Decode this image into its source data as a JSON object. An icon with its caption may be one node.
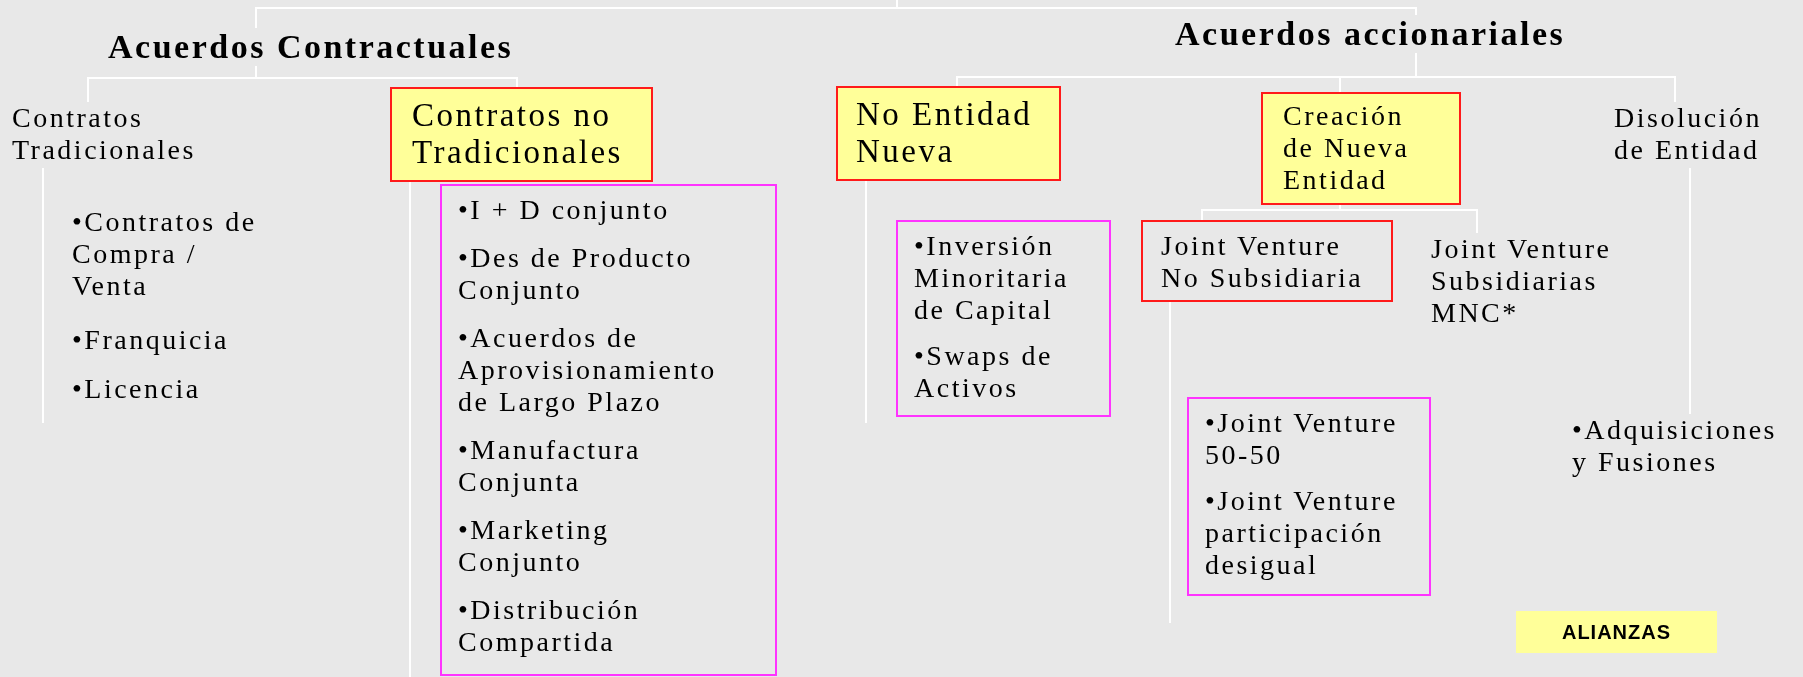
{
  "diagram": {
    "nodes": [
      {
        "text": [
          "Acuerdos Contractuales"
        ]
      },
      {
        "text": [
          "Acuerdos accionariales"
        ]
      },
      {
        "text": [
          "Contratos Tradicionales"
        ]
      },
      {
        "text": [
          "Contratos no Tradicionales"
        ]
      },
      {
        "text": [
          "•I + D conjunto",
          "•Des de Producto Conjunto",
          "•Acuerdos de Aprovisionamiento de Largo Plazo",
          "•Manufactura Conjunta",
          "•Marketing Conjunto",
          "•Distribución Compartida"
        ]
      },
      {
        "text": [
          "No Entidad Nueva"
        ]
      },
      {
        "text": [
          "•Inversión Minoritaria de Capital",
          "•Swaps de Activos"
        ]
      },
      {
        "text": [
          "Creación de Nueva Entidad"
        ]
      },
      {
        "text": [
          "Disolución de Entidad"
        ]
      },
      {
        "text": [
          "Joint Venture No Subsidiaria"
        ]
      },
      {
        "text": [
          "Joint Venture Subsidiarias MNC*"
        ]
      },
      {
        "text": [
          "•Joint Venture 50-50",
          "•Joint Venture participación desigual"
        ]
      },
      {
        "text": [
          "ALIANZAS"
        ]
      },
      {
        "text": [
          "•Adquisiciones y Fusiones"
        ]
      }
    ],
    "edges": [
      {
        "from": null,
        "to": 0,
        "arrow": "none"
      },
      {
        "from": null,
        "to": 1,
        "arrow": "none"
      },
      {
        "from": 0,
        "to": 2,
        "arrow": "none"
      },
      {
        "from": 0,
        "to": 3,
        "arrow": "none"
      },
      {
        "from": 1,
        "to": 5,
        "arrow": "none"
      },
      {
        "from": 1,
        "to": 7,
        "arrow": "none"
      },
      {
        "from": 1,
        "to": 8,
        "arrow": "none"
      },
      {
        "from": 7,
        "to": 9,
        "arrow": "none"
      },
      {
        "from": 7,
        "to": 10,
        "arrow": "none"
      },
      {
        "from": 2,
        "to": null,
        "arrow": "none"
      },
      {
        "from": 3,
        "to": null,
        "arrow": "none"
      },
      {
        "from": 5,
        "to": null,
        "arrow": "none"
      },
      {
        "from": 9,
        "to": null,
        "arrow": "none"
      },
      {
        "from": 8,
        "to": 13,
        "arrow": "none"
      }
    ],
    "labels": [
      "•Contratos de Compra / Venta",
      "•Franquicia",
      "•Licencia"
    ]
  }
}
